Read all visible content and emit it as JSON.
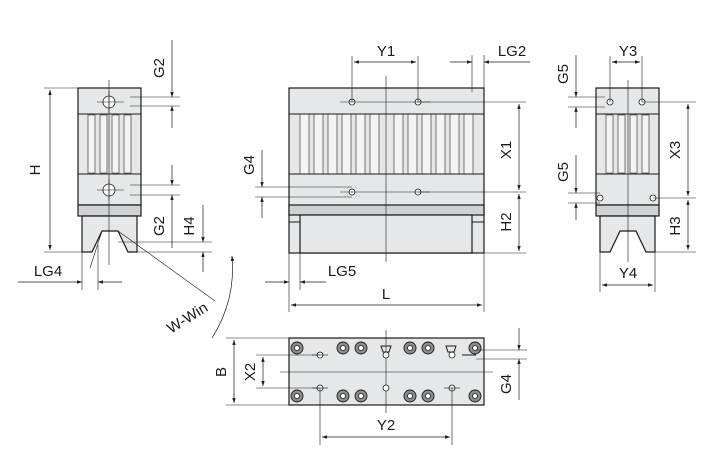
{
  "labels": {
    "h": "H",
    "g2_top": "G2",
    "g2_bottom": "G2",
    "h4": "H4",
    "lg4": "LG4",
    "w_win": "W-Win",
    "y1": "Y1",
    "lg2": "LG2",
    "g4_front": "G4",
    "x1": "X1",
    "h2": "H2",
    "lg5": "LG5",
    "l": "L",
    "y3": "Y3",
    "g5_top": "G5",
    "g5_bottom": "G5",
    "x3": "X3",
    "h3": "H3",
    "y4": "Y4",
    "b": "B",
    "x2": "X2",
    "y2": "Y2",
    "g4_bottom": "G4"
  },
  "colors": {
    "body_fill": "#e6e7e8",
    "line": "#1a1a1a",
    "background": "#ffffff"
  }
}
